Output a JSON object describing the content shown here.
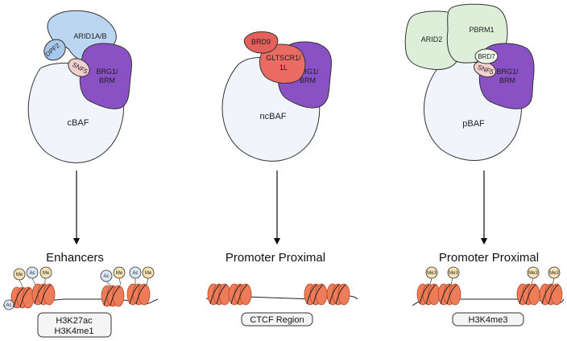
{
  "colors": {
    "body": "#f1f4fb",
    "arid1a": "#bcd6f1",
    "dpf2": "#a8c8ec",
    "snf5": "#f1cfcc",
    "brg1": "#8a51c4",
    "brd9": "#e4605a",
    "gltscr": "#ea6b62",
    "arid2": "#ddefd8",
    "pbrm1": "#ddefd8",
    "brd7": "#ecf7e9",
    "nucleosome": "#ee7c58",
    "histone_mark": "#f7e4b4",
    "acetyl_mark": "#dce8f6"
  },
  "complexes": [
    {
      "name": "cBAF",
      "subunits": {
        "a": "ARID1A/B",
        "dpf2": "DPF2",
        "snf5": "SNF5",
        "brg1_l1": "BRG1/",
        "brg1_l2": "BRM"
      },
      "target": "Enhancers",
      "label_l1": "H3K27ac",
      "label_l2": "H3K4me1"
    },
    {
      "name": "ncBAF",
      "subunits": {
        "brd9": "BRD9",
        "gl_l1": "GLTSCR1/",
        "gl_l2": "1L",
        "brg1_l1": "BRG1/",
        "brg1_l2": "BRM"
      },
      "target": "Promoter Proximal",
      "label": "CTCF Region"
    },
    {
      "name": "pBAF",
      "subunits": {
        "arid2": "ARID2",
        "pbrm1": "PBRM1",
        "brd7": "BRD7",
        "snf5": "SNF5",
        "brg1_l1": "BRG1/",
        "brg1_l2": "BRM"
      },
      "target": "Promoter Proximal",
      "label": "H3K4me3"
    }
  ],
  "marks": {
    "me": "Me",
    "ac": "Ac",
    "me3": "Me3"
  }
}
